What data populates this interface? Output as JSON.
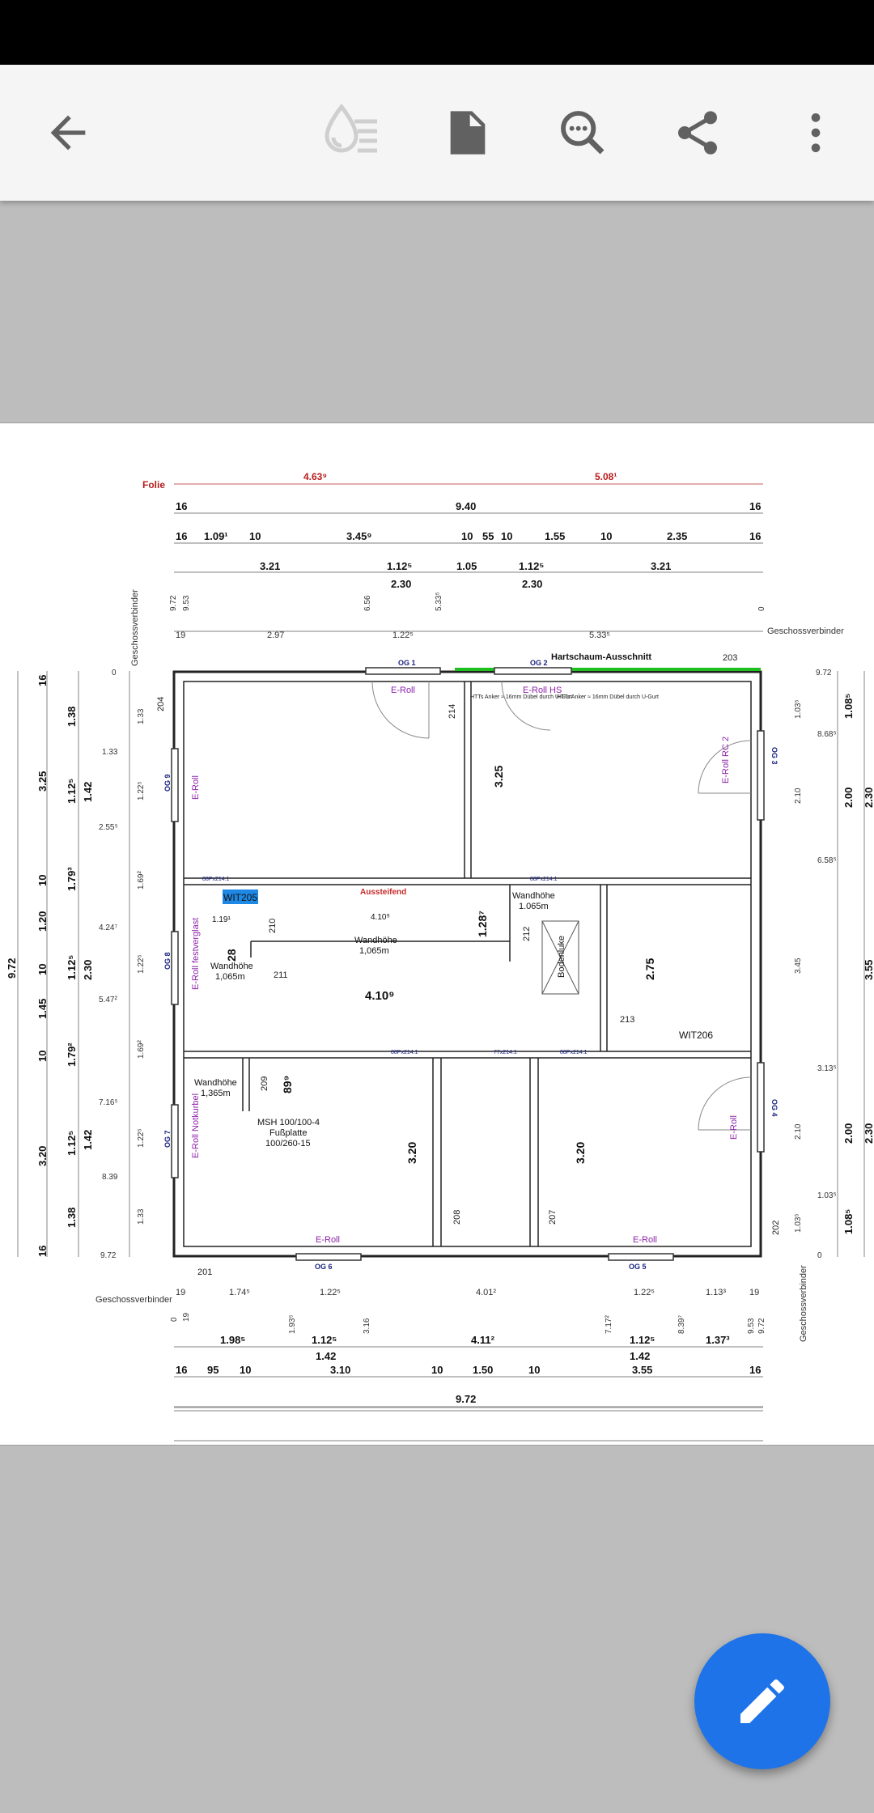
{
  "toolbar": {
    "back_icon": "arrow-left-icon",
    "icons": [
      "reflow-icon",
      "document-icon",
      "search-document-icon",
      "share-icon",
      "more-vert-icon"
    ]
  },
  "plan": {
    "folie": "Folie",
    "folie_left": "4.63⁹",
    "folie_right": "5.08¹",
    "top_row1": [
      "16",
      "9.40",
      "16"
    ],
    "top_row2": [
      "16",
      "1.09¹",
      "10",
      "3.45⁹",
      "10",
      "55",
      "10",
      "1.55",
      "10",
      "2.35",
      "16"
    ],
    "top_row3": [
      "3.21",
      "1.12⁵",
      "1.05",
      "1.12⁵",
      "3.21"
    ],
    "top_row3b": [
      "2.30",
      "2.30"
    ],
    "top_small": [
      "9.72",
      "9.53",
      "6.56",
      "5.33⁵",
      "0"
    ],
    "top_row4": [
      "19",
      "2.97",
      "1.22⁵",
      "5.33⁵"
    ],
    "geschoss": "Geschossverbinder",
    "hartschaum": "Hartschaum-Ausschnitt",
    "og": [
      "OG 1",
      "OG 2",
      "OG 3",
      "OG 4",
      "OG 5",
      "OG 6",
      "OG 7",
      "OG 8",
      "OG 9"
    ],
    "eroll": "E-Roll",
    "eroll_hs": "E-Roll HS",
    "eroll_rc2": "E-Roll RC 2",
    "eroll_festverglast": "E-Roll festverglast",
    "eroll_notkurbel": "E-Roll Notkurbel",
    "htts": "HTTs Anker ≈ 16mm Dübel durch U-Gurt",
    "room_labels": [
      "203",
      "204",
      "214",
      "210",
      "211",
      "212",
      "213",
      "209",
      "208",
      "207",
      "202",
      "201"
    ],
    "wit205": "WIT205",
    "wit206": "WIT206",
    "aussteifend": "Aussteifend",
    "wandhoehe1": "Wandhöhe",
    "wandhoehe1_v": "1.065m",
    "wandhoehe2": "Wandhöhe",
    "wandhoehe2_v": "1,065m",
    "wandhoehe3": "Wandhöhe",
    "wandhoehe3_v": "1,065m",
    "wandhoehe4": "Wandhöhe",
    "wandhoehe4_v": "1,365m",
    "bodenluke": "Bodenluke",
    "msh1": "MSH 100/100-4",
    "msh2": "Fußplatte",
    "msh3": "100/260-15",
    "dim_325": "3.25",
    "dim_128": "1.28⁷",
    "dim_28": "28",
    "dim_4109": "4.10⁹",
    "dim_4109s": "4.10⁹",
    "dim_1191": "1.19¹",
    "dim_275": "2.75",
    "dim_899": "89⁹",
    "dim_320a": "3.20",
    "dim_320b": "3.20",
    "openings": [
      "88Px214.1",
      "88Px214.1",
      "88Px214.1",
      "77x214.1",
      "88Px214.1"
    ],
    "left_outer": [
      "16",
      "3.25",
      "10",
      "1.20",
      "10",
      "1.45",
      "10",
      "3.20",
      "16"
    ],
    "left_total": "9.72",
    "left_mid": [
      "1.38",
      "1.12⁵",
      "1.79³",
      "1.12⁵",
      "1.79²",
      "1.12⁵",
      "1.38"
    ],
    "left_mid2": [
      "1.42",
      "2.30",
      "1.42"
    ],
    "left_inner": [
      "0",
      "1.33",
      "2.55⁵",
      "4.24⁷",
      "5.47²",
      "7.16⁵",
      "8.39",
      "9.72"
    ],
    "left_inner2": [
      "1.33",
      "1.22⁵",
      "1.69²",
      "1.22⁵",
      "1.69²",
      "1.22⁵",
      "1.33"
    ],
    "right_inner": [
      "9.72",
      "8.68⁵",
      "6.58⁵",
      "3.13⁵",
      "1.03⁵",
      "0"
    ],
    "right_inner2": [
      "1.03⁵",
      "2.10",
      "3.45",
      "2.10",
      "1.03⁵"
    ],
    "right_mid": [
      "1.08⁵",
      "2.00",
      "2.00",
      "1.08⁵"
    ],
    "right_outer": [
      "2.30",
      "3.55",
      "2.30"
    ],
    "bottom_row1": [
      "19",
      "1.74⁵",
      "1.22⁵",
      "4.01²",
      "1.22⁵",
      "1.13³",
      "19"
    ],
    "bottom_small": [
      "0",
      "19",
      "1.93⁵",
      "3.16",
      "7.17²",
      "8.39⁷",
      "9.53",
      "9.72"
    ],
    "bottom_row2": [
      "1.98⁵",
      "1.12⁵",
      "4.11²",
      "1.12⁵",
      "1.37³"
    ],
    "bottom_row2b": [
      "1.42",
      "1.42"
    ],
    "bottom_row3": [
      "16",
      "95",
      "10",
      "3.10",
      "10",
      "1.50",
      "10",
      "3.55",
      "16"
    ],
    "bottom_total": "9.72"
  },
  "fab": {
    "icon": "pencil-edit-icon"
  }
}
